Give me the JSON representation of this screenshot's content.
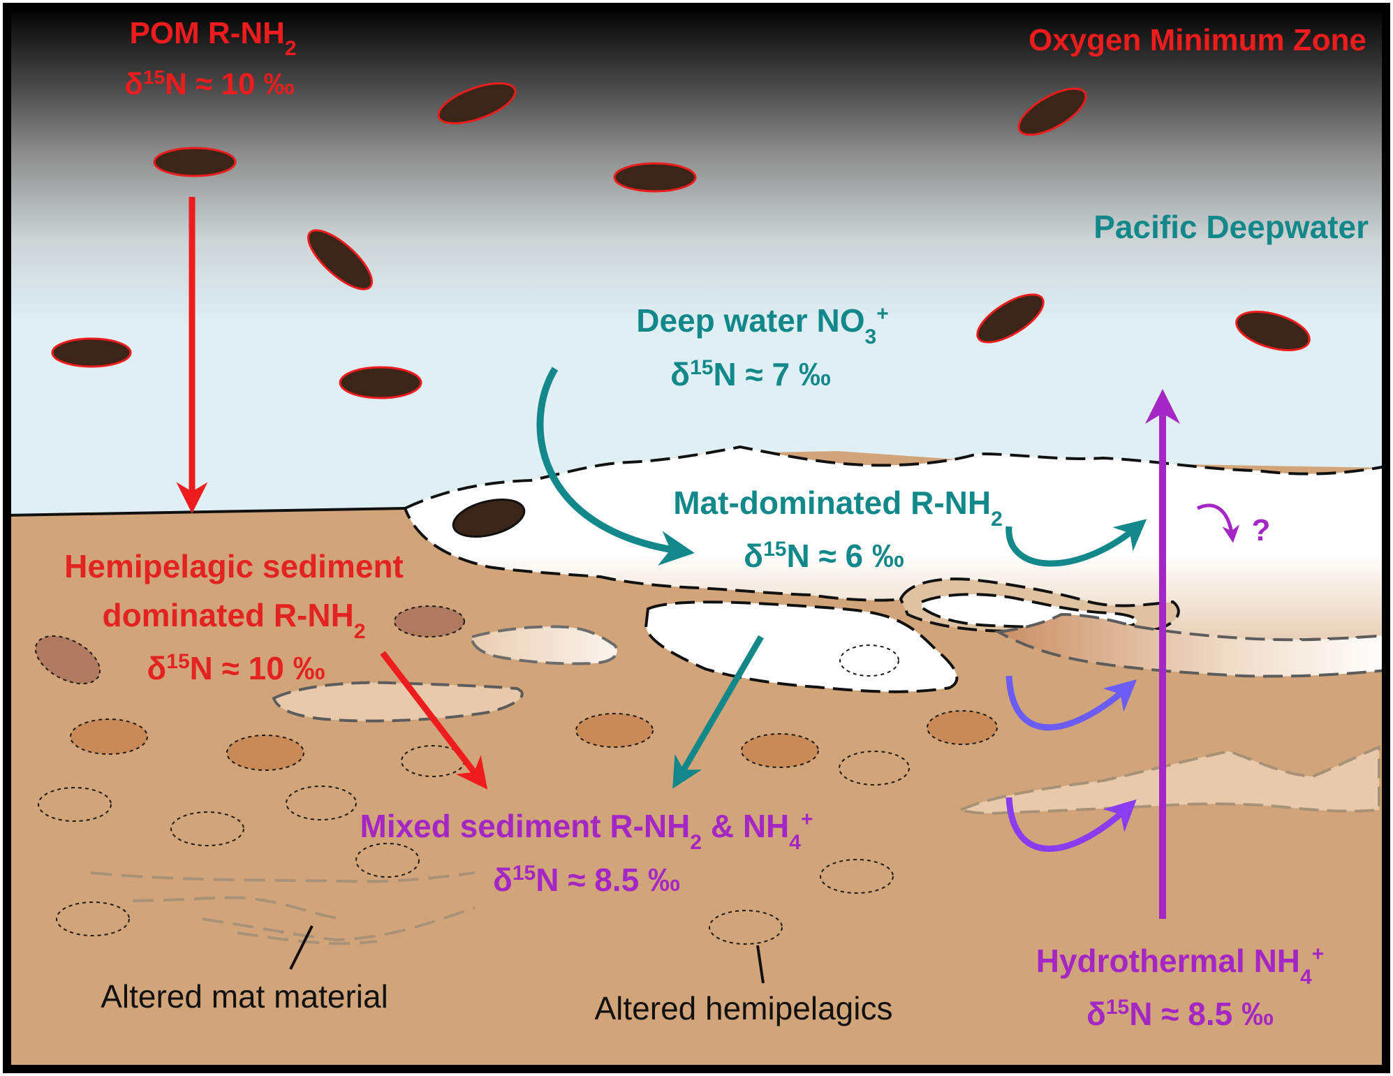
{
  "colors": {
    "red": "#ee1c1c",
    "teal": "#13888a",
    "purple": "#a426c4",
    "violet": "#8a3cf0",
    "blue_violet": "#6a5cf4",
    "sediment": "#d2a479",
    "water": "#dfeff3",
    "particle": "#3b2418"
  },
  "labels": {
    "pom": {
      "main": "POM R-NH",
      "sub": "2",
      "delta": "δ",
      "sup": "15",
      "rest": "N ≈ 10 ‰"
    },
    "omz": "Oxygen Minimum Zone",
    "pacific": "Pacific Deepwater",
    "deep_no3": {
      "main": "Deep water NO",
      "sub": "3",
      "sup": "+",
      "delta": "δ",
      "isotope": "15",
      "rest": "N ≈ 7 ‰"
    },
    "mat": {
      "main": "Mat-dominated R-NH",
      "sub": "2",
      "delta": "δ",
      "isotope": "15",
      "rest": "N ≈ 6 ‰"
    },
    "question": "?",
    "hemi": {
      "line1": "Hemipelagic sediment",
      "line2": "dominated R-NH",
      "sub": "2",
      "delta": "δ",
      "isotope": "15",
      "rest": "N ≈ 10 ‰"
    },
    "mixed": {
      "main": "Mixed sediment R-NH",
      "sub": "2",
      "mid": " & NH",
      "sub2": "4",
      "sup": "+",
      "delta": "δ",
      "isotope": "15",
      "rest": "N ≈ 8.5 ‰"
    },
    "hydro": {
      "main": "Hydrothermal NH",
      "sub": "4",
      "sup": "+",
      "delta": "δ",
      "isotope": "15",
      "rest": "N ≈ 8.5  ‰"
    },
    "altered_mat": "Altered mat material",
    "altered_hemi": "Altered hemipelagics"
  }
}
